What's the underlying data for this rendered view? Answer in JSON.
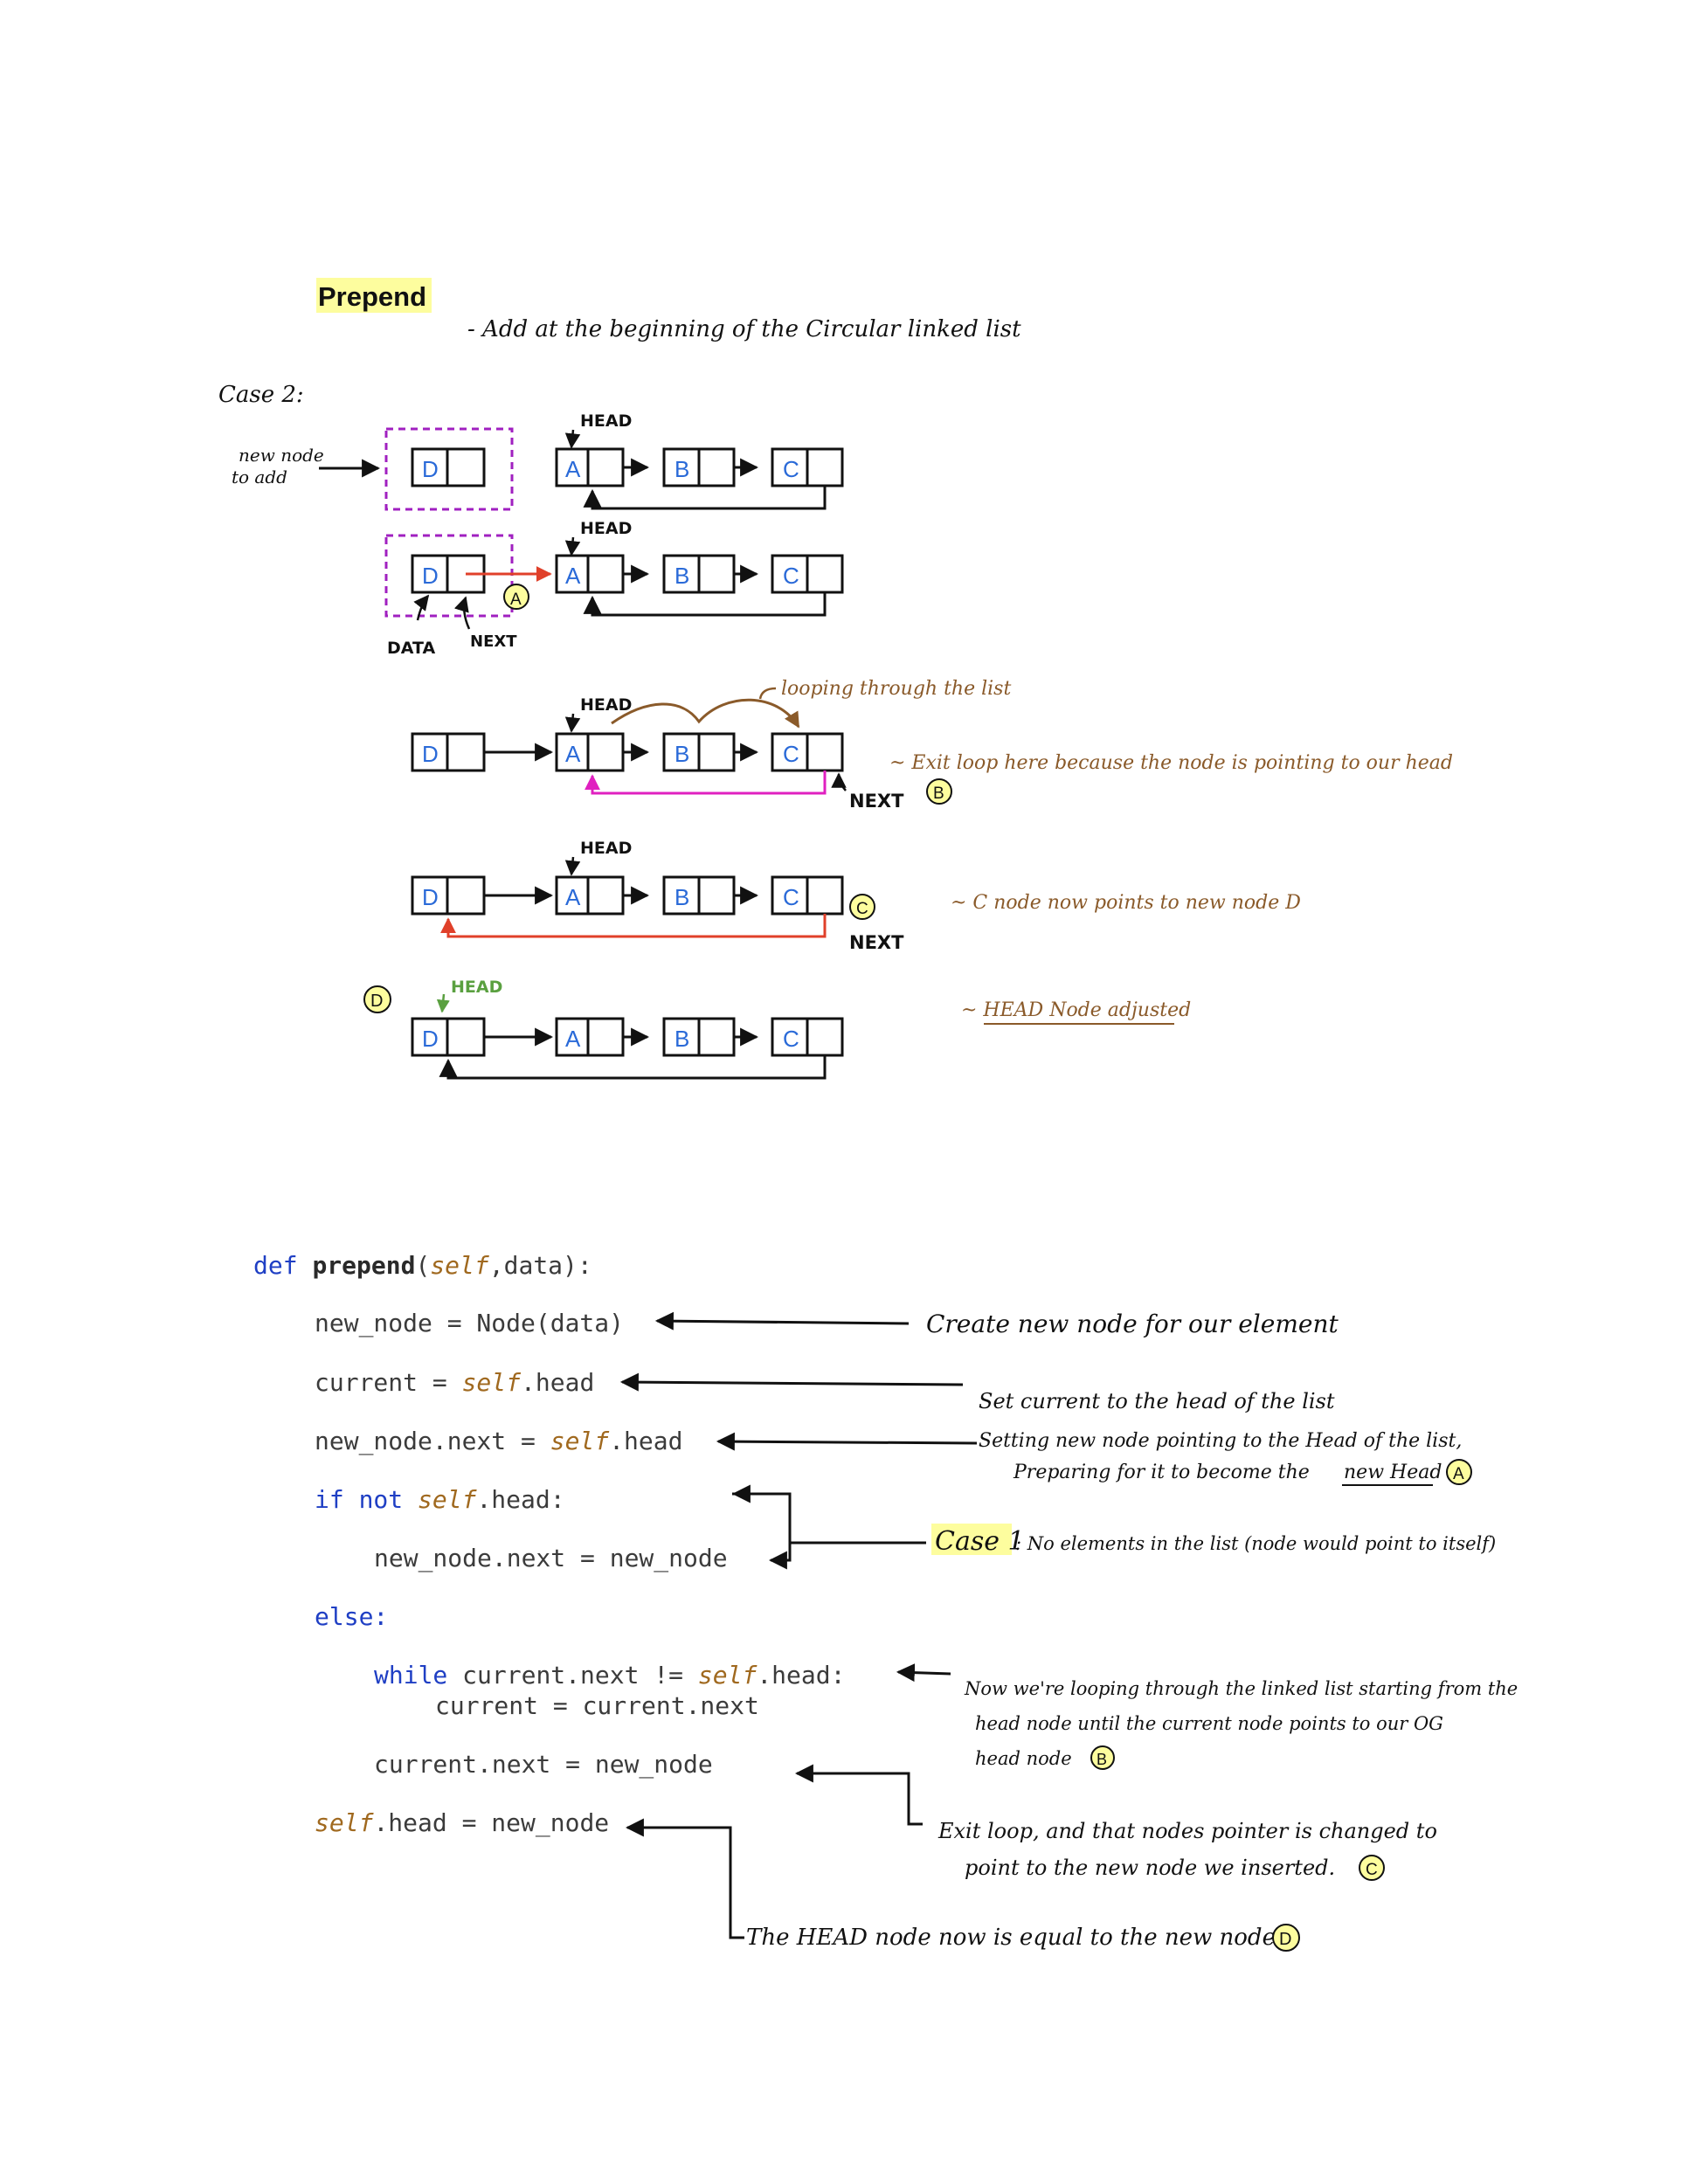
{
  "title": "Prepend",
  "subtitle": "- Add at the beginning of the Circular linked list",
  "case_label": "Case 2:",
  "new_node_label": [
    "new node",
    "to add"
  ],
  "head_label": "HEAD",
  "data_label": "DATA",
  "next_label": "NEXT",
  "node_letters": [
    "D",
    "A",
    "B",
    "C"
  ],
  "markers": {
    "a": "A",
    "b": "B",
    "c": "C",
    "d": "D"
  },
  "annotations": {
    "looping": "looping through the list",
    "exit_loop": "~ Exit loop here because the node is pointing to our head",
    "c_points": "~ C node now points to new node D",
    "head_adjusted": "~ HEAD Node adjusted"
  },
  "code": {
    "line1": {
      "kw": "def",
      "name": "prepend",
      "open": "(",
      "self": "self",
      "rest": ",data):"
    },
    "line2": "new_node = Node(data)",
    "line3": {
      "pre": "current = ",
      "self": "self",
      "post": ".head"
    },
    "line4": {
      "pre": "new_node.next = ",
      "self": "self",
      "post": ".head"
    },
    "line5": {
      "kw": "if not",
      "self": "self",
      "post": ".head:"
    },
    "line6": "new_node.next = new_node",
    "line7": {
      "kw": "else:"
    },
    "line8": {
      "kw": "while",
      "pre": " current.next != ",
      "self": "self",
      "post": ".head:"
    },
    "line9": "current = current.next",
    "line10": "current.next = new_node",
    "line11": {
      "self": "self",
      "post": ".head = new_node"
    }
  },
  "notes": {
    "create": "Create new node for our element",
    "set_current": "Set current to the head of the list",
    "setting_next_1": "Setting new node pointing to the Head of the list,",
    "setting_next_2": "Preparing for it to become the",
    "new_head": "new Head",
    "case1_label": "Case 1",
    "case1_rest": ": No elements in the list (node would point to itself)",
    "loop_1": "Now we're looping through the linked list starting from the",
    "loop_2": "head node until the current node points to our OG",
    "loop_3": "head node",
    "exit_1": "Exit loop, and that nodes pointer is changed to",
    "exit_2": "point to the new node we inserted.",
    "head_now": "The HEAD node now is equal to the new node"
  },
  "colors": {
    "highlight": "#fdfd9e",
    "purple": "#a020c0",
    "red": "#e0402a",
    "magenta": "#e020c0",
    "brown": "#8a5a2a",
    "green": "#5aa040",
    "blue_letter": "#2a6ad8",
    "keyword": "#1f3fc4",
    "self": "#a0691f"
  }
}
